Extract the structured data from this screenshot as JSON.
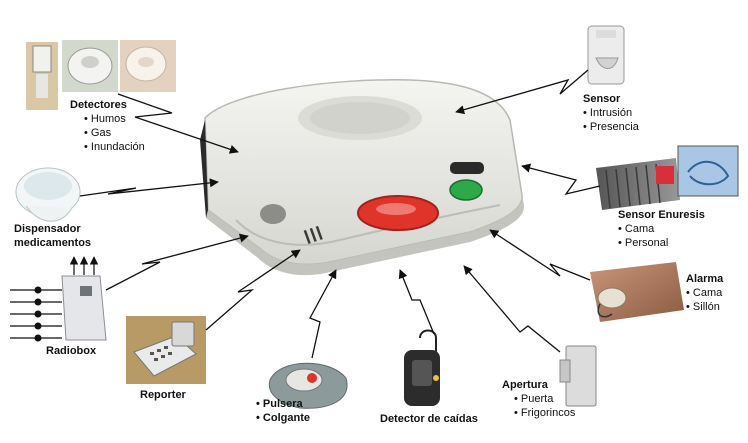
{
  "devices": {
    "detectores": {
      "title": "Detectores",
      "items": [
        "Humos",
        "Gas",
        "Inundación"
      ]
    },
    "dispensador": {
      "title_line1": "Dispensador",
      "title_line2": "medicamentos"
    },
    "radiobox": {
      "title": "Radiobox"
    },
    "reporter": {
      "title": "Reporter"
    },
    "pulsera": {
      "items": [
        "Pulsera",
        "Colgante"
      ]
    },
    "detector_caidas": {
      "title": "Detector de caídas"
    },
    "apertura": {
      "title": "Apertura",
      "items": [
        "Puerta",
        "Frigorincos"
      ]
    },
    "alarma": {
      "title": "Alarma",
      "items": [
        "Cama",
        "Sillón"
      ]
    },
    "enuresis": {
      "title": "Sensor Enuresis",
      "items": [
        "Cama",
        "Personal"
      ]
    },
    "sensor": {
      "title": "Sensor",
      "items": [
        "Intrusión",
        "Presencia"
      ]
    }
  },
  "colors": {
    "hub_body": "#e9e9e5",
    "hub_shadow": "#a9a9a3",
    "red_button": "#e0342b",
    "green_button": "#2fa84a",
    "arrow": "#111111"
  }
}
